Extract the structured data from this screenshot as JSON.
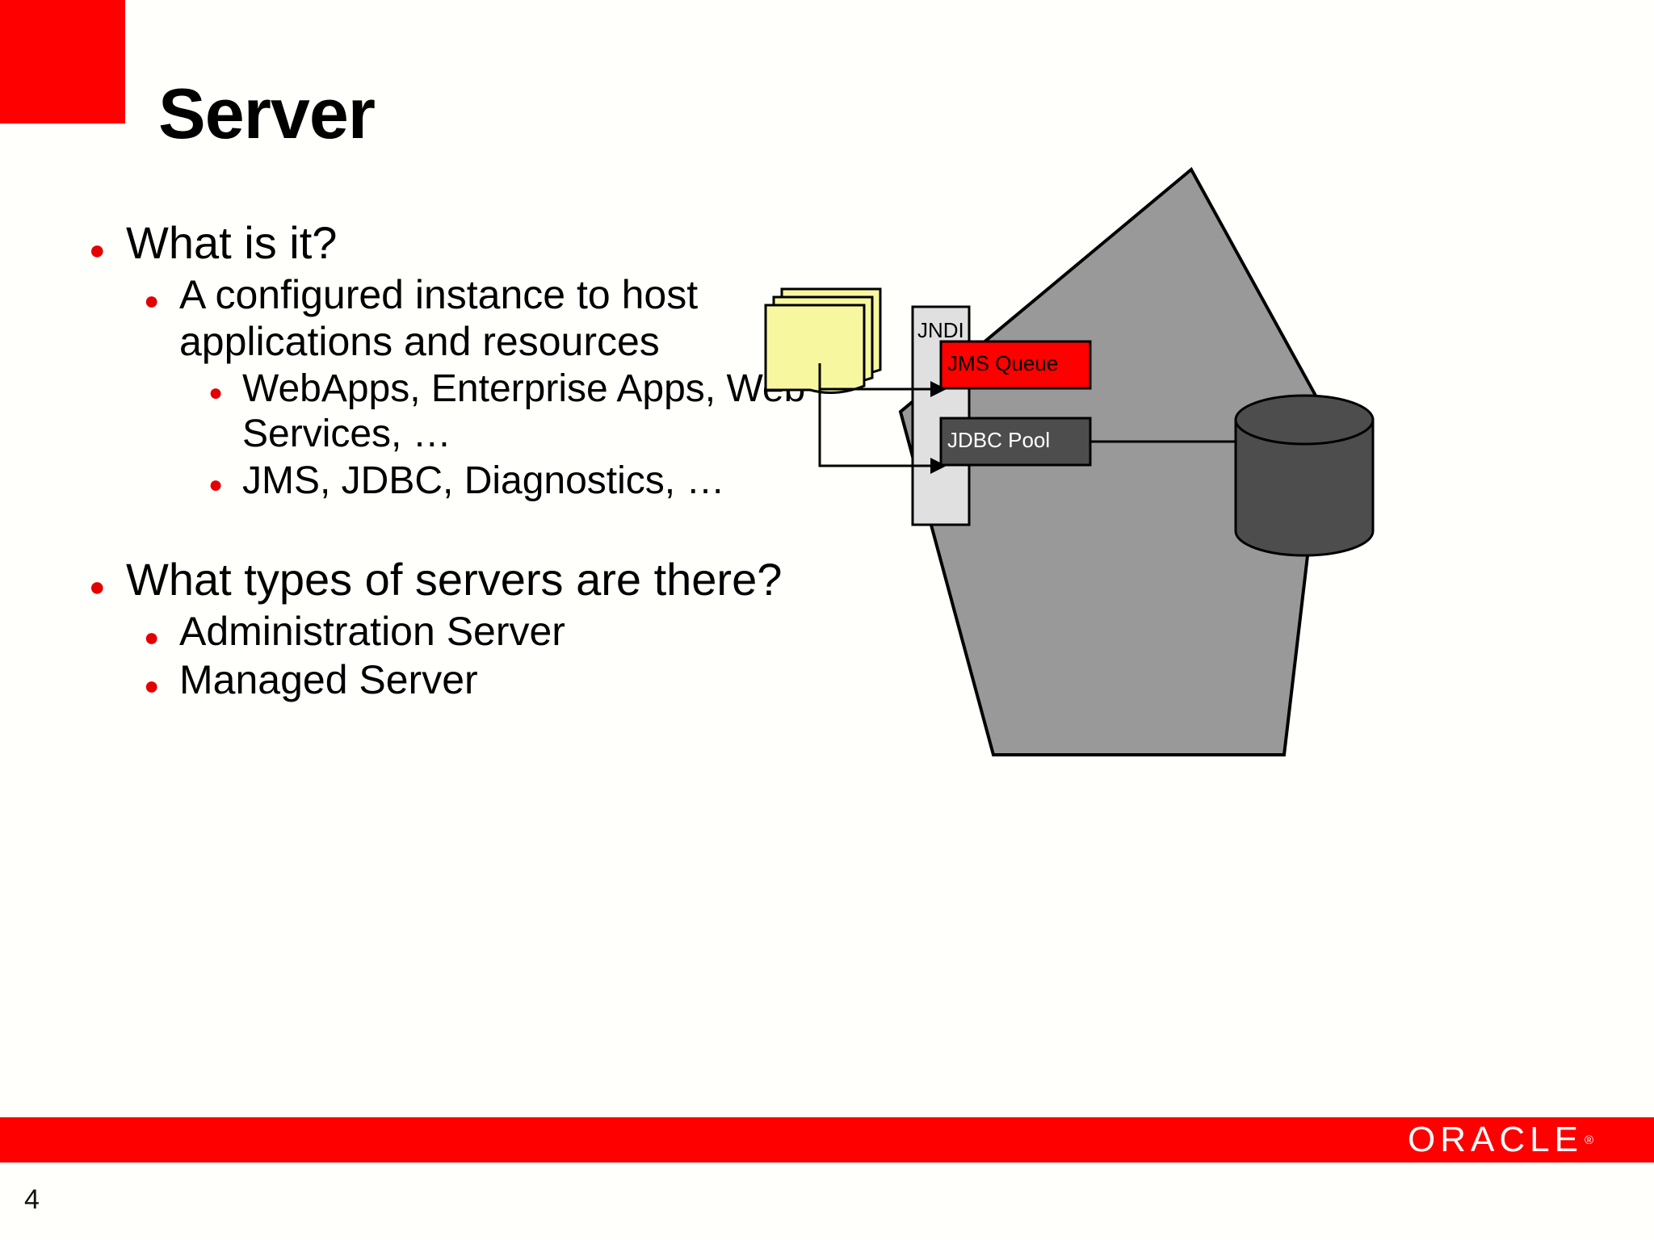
{
  "slide": {
    "title": "Server",
    "number": "4",
    "accent_color": "#ff0000",
    "bullet_color": "#e50000"
  },
  "content": {
    "bullets": [
      {
        "level": 1,
        "text": "What is it?"
      },
      {
        "level": 2,
        "text": "A configured instance to host applications and resources"
      },
      {
        "level": 3,
        "text": "WebApps, Enterprise Apps, Web Services, …"
      },
      {
        "level": 3,
        "text": "JMS, JDBC, Diagnostics, …"
      },
      {
        "level": 1,
        "text": "What types of servers are there?"
      },
      {
        "level": 2,
        "text": "Administration Server"
      },
      {
        "level": 2,
        "text": "Managed Server"
      }
    ]
  },
  "diagram": {
    "server_shape_label": "server-pentagon",
    "jndi_label": "JNDI",
    "jms_queue_label": "JMS Queue",
    "jdbc_pool_label": "JDBC Pool",
    "applications_label": "application-documents-stack",
    "database_label": "database-cylinder",
    "colors": {
      "pentagon_fill": "#999999",
      "pentagon_stroke": "#000000",
      "jndi_fill": "#e0e0e0",
      "jms_queue_fill": "#ff0000",
      "jdbc_pool_fill": "#4d4d4d",
      "documents_fill": "#f7f7a0",
      "database_fill": "#4d4d4d",
      "arrow_stroke": "#000000"
    }
  },
  "footer": {
    "brand": "ORACLE",
    "brand_mark": "®",
    "bar_color": "#ff0000"
  }
}
